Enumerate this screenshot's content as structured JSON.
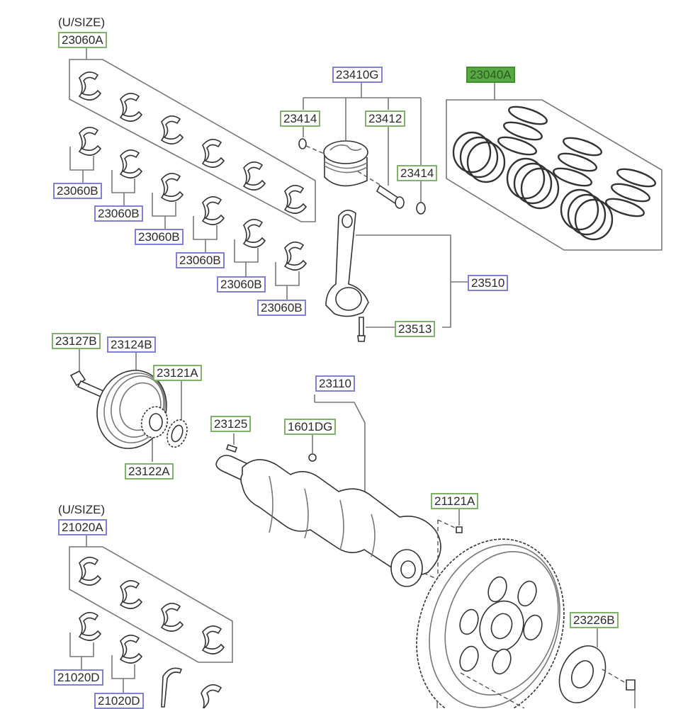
{
  "diagram": {
    "title": "Crankshaft & Piston Assembly Parts Diagram",
    "notes": {
      "upper_undersize": "(U/SIZE)",
      "lower_undersize": "(U/SIZE)"
    },
    "labels": {
      "l23060A": "23060A",
      "l23060B_1": "23060B",
      "l23060B_2": "23060B",
      "l23060B_3": "23060B",
      "l23060B_4": "23060B",
      "l23060B_5": "23060B",
      "l23060B_6": "23060B",
      "l23410G": "23410G",
      "l23414_a": "23414",
      "l23412": "23412",
      "l23414_b": "23414",
      "l23040A": "23040A",
      "l23510": "23510",
      "l23513": "23513",
      "l23127B": "23127B",
      "l23124B": "23124B",
      "l23121A": "23121A",
      "l23122A": "23122A",
      "l23110": "23110",
      "l23125": "23125",
      "l1601DG": "1601DG",
      "l21121A": "21121A",
      "l23226B": "23226B",
      "l21020A": "21020A",
      "l21020D_1": "21020D",
      "l21020D_2": "21020D"
    },
    "label_colors": {
      "standard_part": "#7fb36a",
      "assembly": "#8080d8",
      "selected": "#58a844"
    },
    "selected_part": "23040A"
  }
}
